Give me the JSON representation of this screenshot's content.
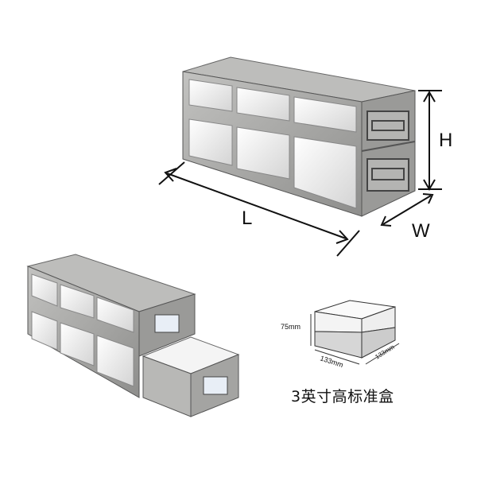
{
  "rack_dimensions": {
    "height_label": "H",
    "length_label": "L",
    "width_label": "W"
  },
  "box_dimensions": {
    "height": "75mm",
    "length": "133mm",
    "width": "133mm"
  },
  "caption": "3英寸高标准盒",
  "colors": {
    "steel": "#a8a8a6",
    "steel_dark": "#7d7d7b",
    "box_top": "#f4f4f4",
    "box_bottom": "#d6d6d6"
  }
}
